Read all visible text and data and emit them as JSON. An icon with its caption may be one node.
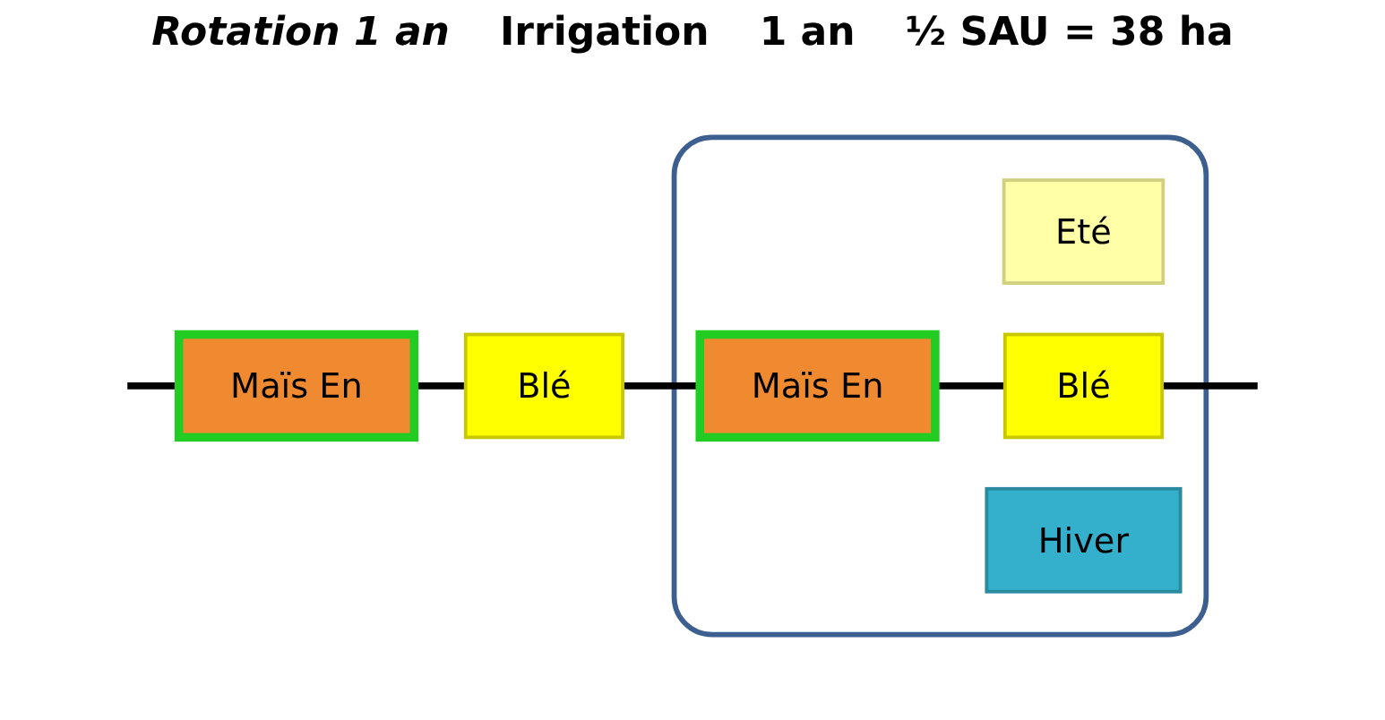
{
  "diagram": {
    "nodes": [
      {
        "text": [
          "Maïs En"
        ]
      },
      {
        "text": [
          "Blé"
        ]
      },
      {
        "text": [],
        "shape": "box"
      },
      {
        "text": [
          "Eté"
        ],
        "in": 2
      },
      {
        "text": [
          "Maïs En"
        ],
        "in": 2
      },
      {
        "text": [
          "Blé"
        ],
        "in": 2
      },
      {
        "text": [
          "Hiver"
        ],
        "in": 2
      }
    ],
    "edges": [
      {
        "from": null,
        "to": 0,
        "arrow": "none"
      },
      {
        "from": 0,
        "to": 1,
        "arrow": "none"
      },
      {
        "from": 1,
        "to": 4,
        "arrow": "none"
      },
      {
        "from": 4,
        "to": 5,
        "arrow": "none"
      },
      {
        "from": 5,
        "to": null,
        "arrow": "none"
      }
    ],
    "labels": [
      "Rotation 1 an",
      "Irrigation",
      "1 an",
      "½ SAU = 38 ha"
    ]
  }
}
